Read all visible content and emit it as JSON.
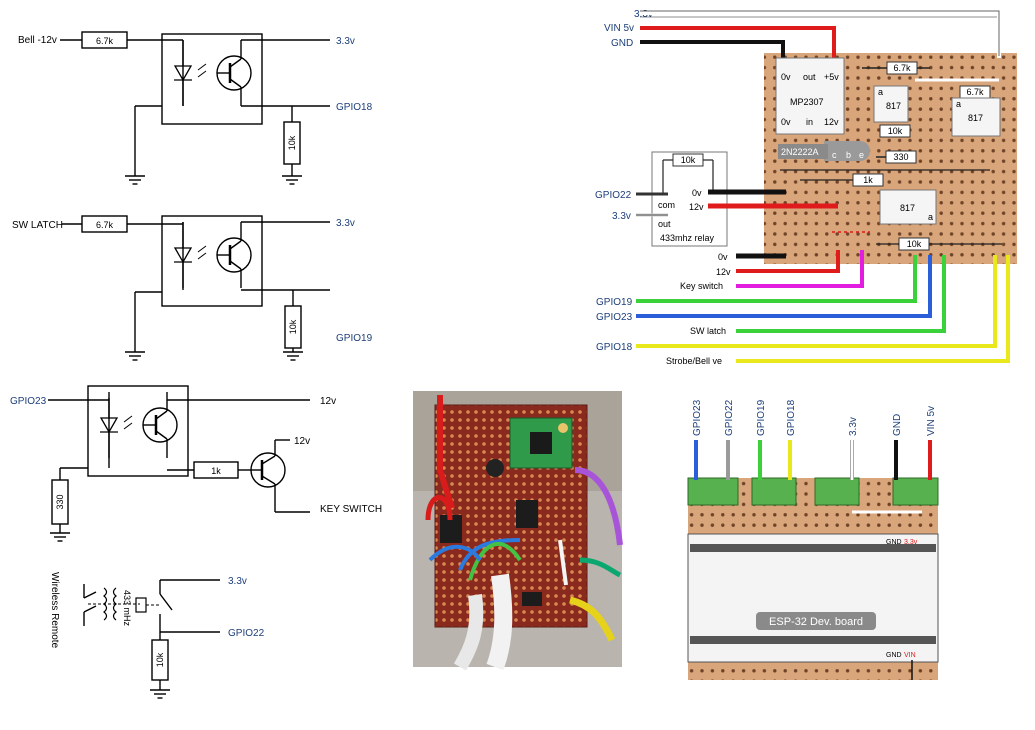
{
  "circuit1": {
    "input": "Bell -12v",
    "r_in": "6.7k",
    "vout": "3.3v",
    "gpio": "GPIO18",
    "r_pull": "10k"
  },
  "circuit2": {
    "input": "SW LATCH",
    "r_in": "6.7k",
    "vout": "3.3v",
    "gpio": "GPIO19",
    "r_pull": "10k"
  },
  "circuit3": {
    "input": "GPIO23",
    "v12": "12v",
    "r_led": "330",
    "r_base": "1k",
    "v12b": "12v",
    "output": "KEY SWITCH"
  },
  "circuit4": {
    "remote": "Wireless Remote",
    "relay": "433 mHz",
    "vout": "3.3v",
    "gpio": "GPIO22",
    "r_pull": "10k"
  },
  "stripboard": {
    "wires": {
      "v33": "3.3v",
      "vin": "VIN 5v",
      "gnd": "GND",
      "gpio22": "GPIO22",
      "v33b": "3.3v",
      "zero_v": "0v",
      "v12": "12v",
      "zero_v2": "0v",
      "v12b": "12v",
      "key": "Key switch",
      "gpio19": "GPIO19",
      "gpio23": "GPIO23",
      "swlatch": "SW latch",
      "gpio18": "GPIO18",
      "strobe": "Strobe/Bell ve"
    },
    "mp": {
      "name": "MP2307",
      "p0v": "0v",
      "pout": "out",
      "p5v": "+5v",
      "p0v2": "0v",
      "pin": "in",
      "p12v": "12v"
    },
    "transistor": {
      "name": "2N2222A",
      "c": "c",
      "b": "b",
      "e": "e"
    },
    "opto": {
      "name": "817",
      "a": "a"
    },
    "relay": {
      "com": "com",
      "out": "out",
      "name": "433mhz relay"
    },
    "resistors": {
      "r1": "6.7k",
      "r2": "6.7k",
      "r3": "10k",
      "r4": "330",
      "r5": "1k",
      "r6": "10k",
      "r7": "10k"
    }
  },
  "devboard": {
    "pins": [
      "GPIO23",
      "GPIO22",
      "GPIO19",
      "GPIO18",
      "3.3v",
      "GND",
      "VIN 5v"
    ],
    "title": "ESP-32  Dev. board",
    "top": {
      "gnd": "GND",
      "v33": "3.3v"
    },
    "bottom": {
      "gnd": "GND",
      "vin": "VIN"
    }
  },
  "colors": {
    "board": "#d9a57a",
    "hole": "#6e4327",
    "red": "#e01b1b",
    "black": "#111111",
    "green": "#3bd13b",
    "blue": "#2b5fd9",
    "yellow": "#e8e81a",
    "magenta": "#e31de0",
    "terminal": "#58b14f",
    "label_blue": "#1d3f7a"
  }
}
